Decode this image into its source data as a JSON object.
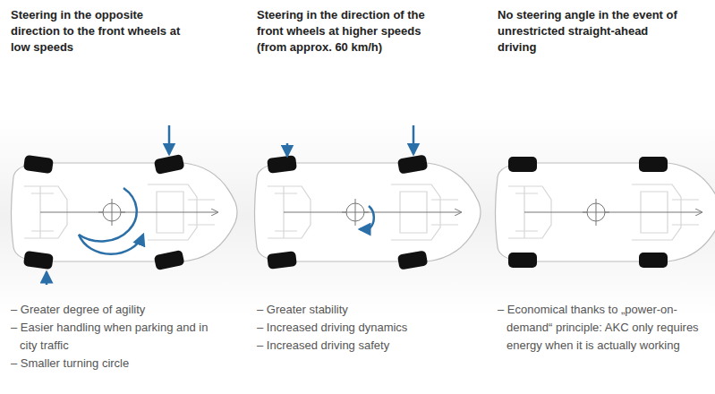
{
  "diagram": {
    "labels": [
      "Steering in the opposite direction to the front wheels at low speeds",
      "Steering in the direction of the front wheels at higher speeds (from approx. 60 km/h)",
      "No steering angle in the event of unrestricted straight-ahead driving",
      "– Greater degree of agility",
      "– Easier handling when parking and in city traffic",
      "– Smaller turning circle",
      "– Greater stability",
      "– Increased driving dynamics",
      "– Increased driving safety",
      "– Economical thanks to „power-on-demand“ principle: AKC only requires energy when it is actually working"
    ]
  }
}
